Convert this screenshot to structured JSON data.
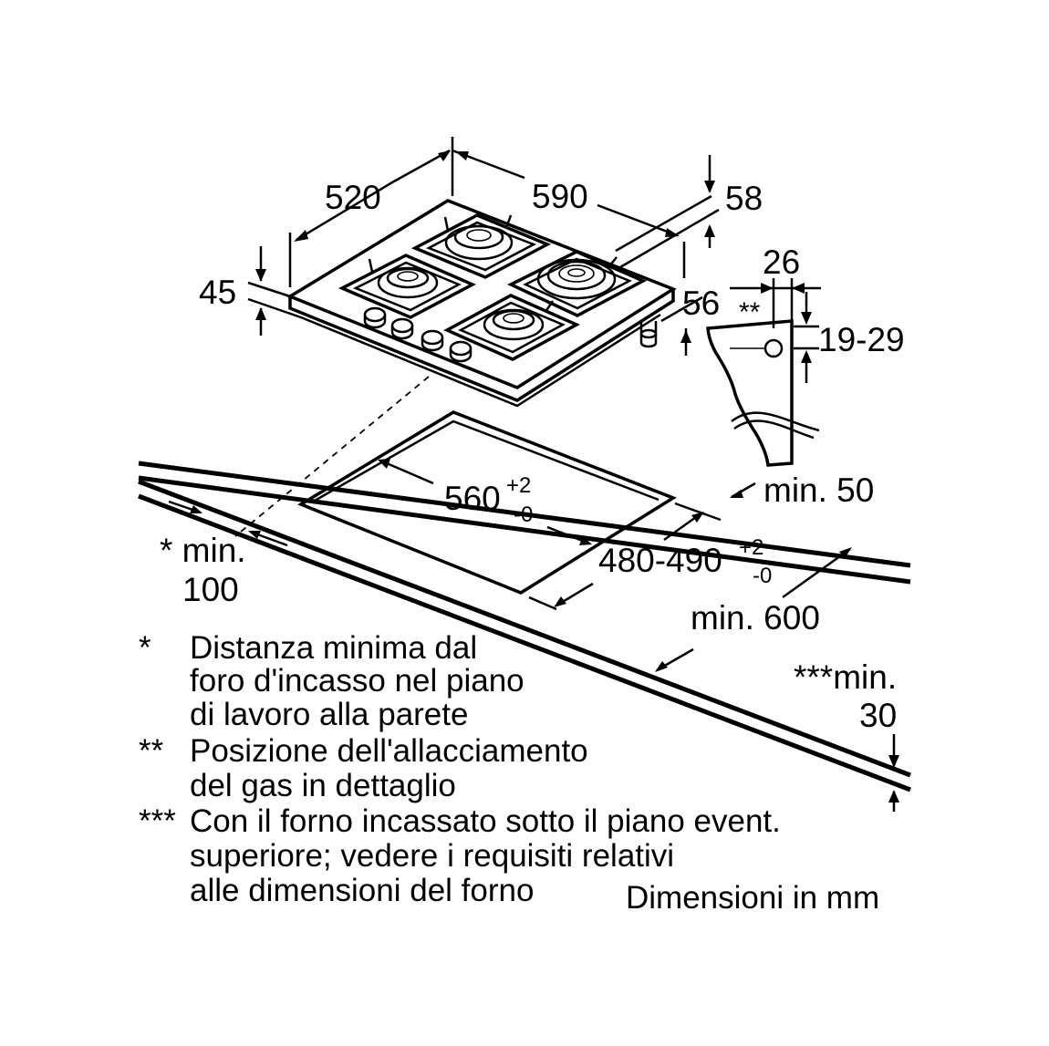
{
  "dimensions": {
    "depth": "520",
    "width": "590",
    "height_total": "58",
    "height_base": "45",
    "height_side": "56",
    "connector_offset": "26",
    "connector_height": "19-29",
    "connector_mark": "**",
    "cutout_width": "560",
    "cutout_width_tol_plus": "+2",
    "cutout_width_tol_minus": "-0",
    "cutout_depth": "480-490",
    "cutout_depth_tol_plus": "+2",
    "cutout_depth_tol_minus": "-0",
    "min_back": "min. 50",
    "min_wall_line1": "* min.",
    "min_wall_line2": "100",
    "min_depth": "min. 600",
    "min_oven_line1": "***min.",
    "min_oven_line2": "30"
  },
  "notes": [
    {
      "mark": "*",
      "lines": [
        "Distanza minima dal",
        "foro d'incasso nel piano",
        "di lavoro alla parete"
      ]
    },
    {
      "mark": "**",
      "lines": [
        "Posizione dell'allacciamento",
        "del gas in dettaglio"
      ]
    },
    {
      "mark": "***",
      "lines": [
        "Con il forno incassato sotto il piano event.",
        "superiore; vedere i requisiti relativi",
        "alle dimensioni del forno"
      ]
    }
  ],
  "units_label": "Dimensioni in mm"
}
